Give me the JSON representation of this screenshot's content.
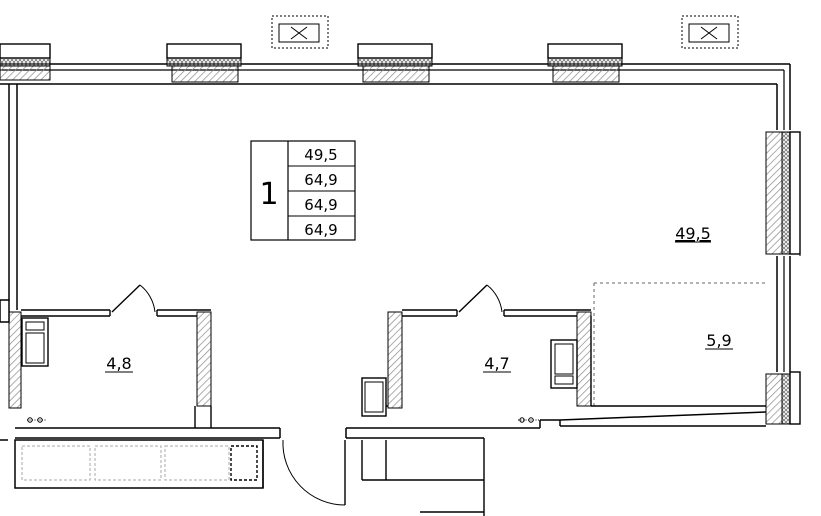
{
  "plan": {
    "apartment_number": "1",
    "legend_values": [
      "49,5",
      "64,9",
      "64,9",
      "64,9"
    ],
    "rooms": {
      "living": "49,5",
      "loggia_zone": "5,9",
      "bathroom_left": "4,8",
      "bathroom_right": "4,7"
    }
  },
  "colors": {
    "line": "#000000",
    "hatch": "#8a8a8a",
    "dashed": "#666666"
  }
}
